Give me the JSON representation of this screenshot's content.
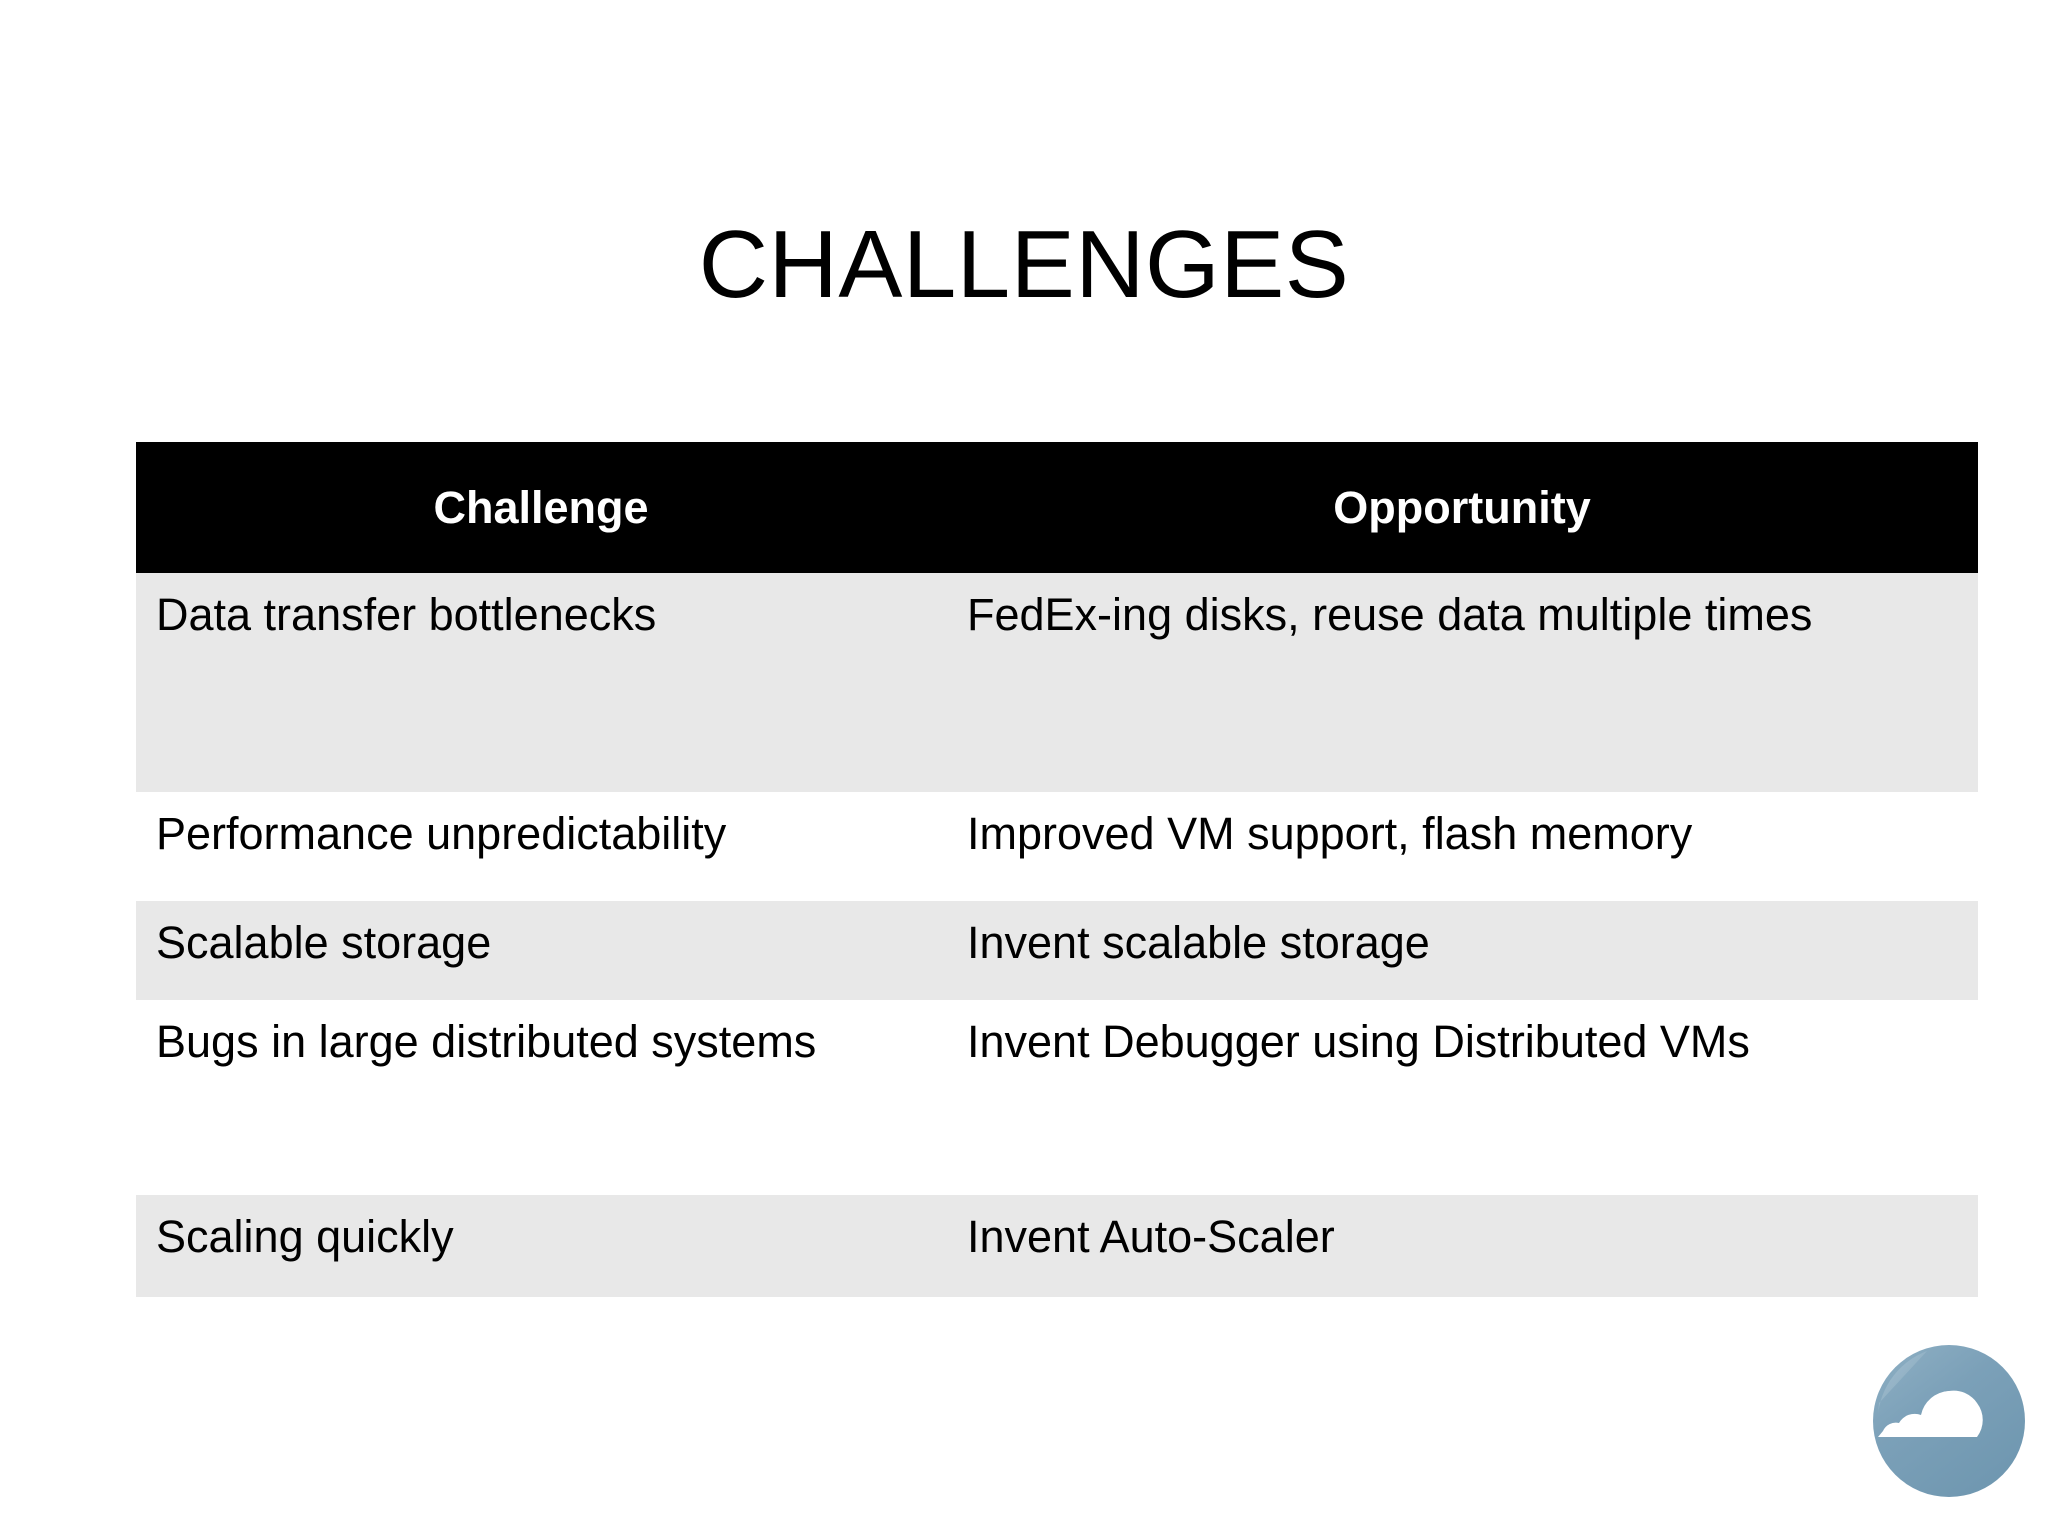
{
  "slide": {
    "title": "CHALLENGES",
    "background_color": "#ffffff",
    "text_color": "#000000"
  },
  "table": {
    "header_background": "#000000",
    "header_text_color": "#ffffff",
    "shaded_row_background": "#e8e8e8",
    "plain_row_background": "#ffffff",
    "columns": [
      {
        "key": "challenge",
        "label": "Challenge"
      },
      {
        "key": "opportunity",
        "label": "Opportunity"
      }
    ],
    "rows": [
      {
        "challenge": "Data transfer bottlenecks",
        "opportunity": "FedEx-ing disks, reuse data multiple times",
        "shaded": true
      },
      {
        "challenge": "Performance unpredictability",
        "opportunity": "Improved VM support, flash memory",
        "shaded": false
      },
      {
        "challenge": "Scalable storage",
        "opportunity": "Invent scalable storage",
        "shaded": true
      },
      {
        "challenge": "Bugs in large distributed systems",
        "opportunity": "Invent Debugger using Distributed VMs",
        "shaded": false
      },
      {
        "challenge": "",
        "opportunity": "",
        "shaded": false
      },
      {
        "challenge": "Scaling quickly",
        "opportunity": "Invent Auto-Scaler",
        "shaded": true
      }
    ]
  },
  "logo": {
    "name": "cloud-logo",
    "circle_color": "#7ba0b8",
    "circle_highlight_color": "#96b4c8",
    "cloud_color": "#ffffff"
  }
}
